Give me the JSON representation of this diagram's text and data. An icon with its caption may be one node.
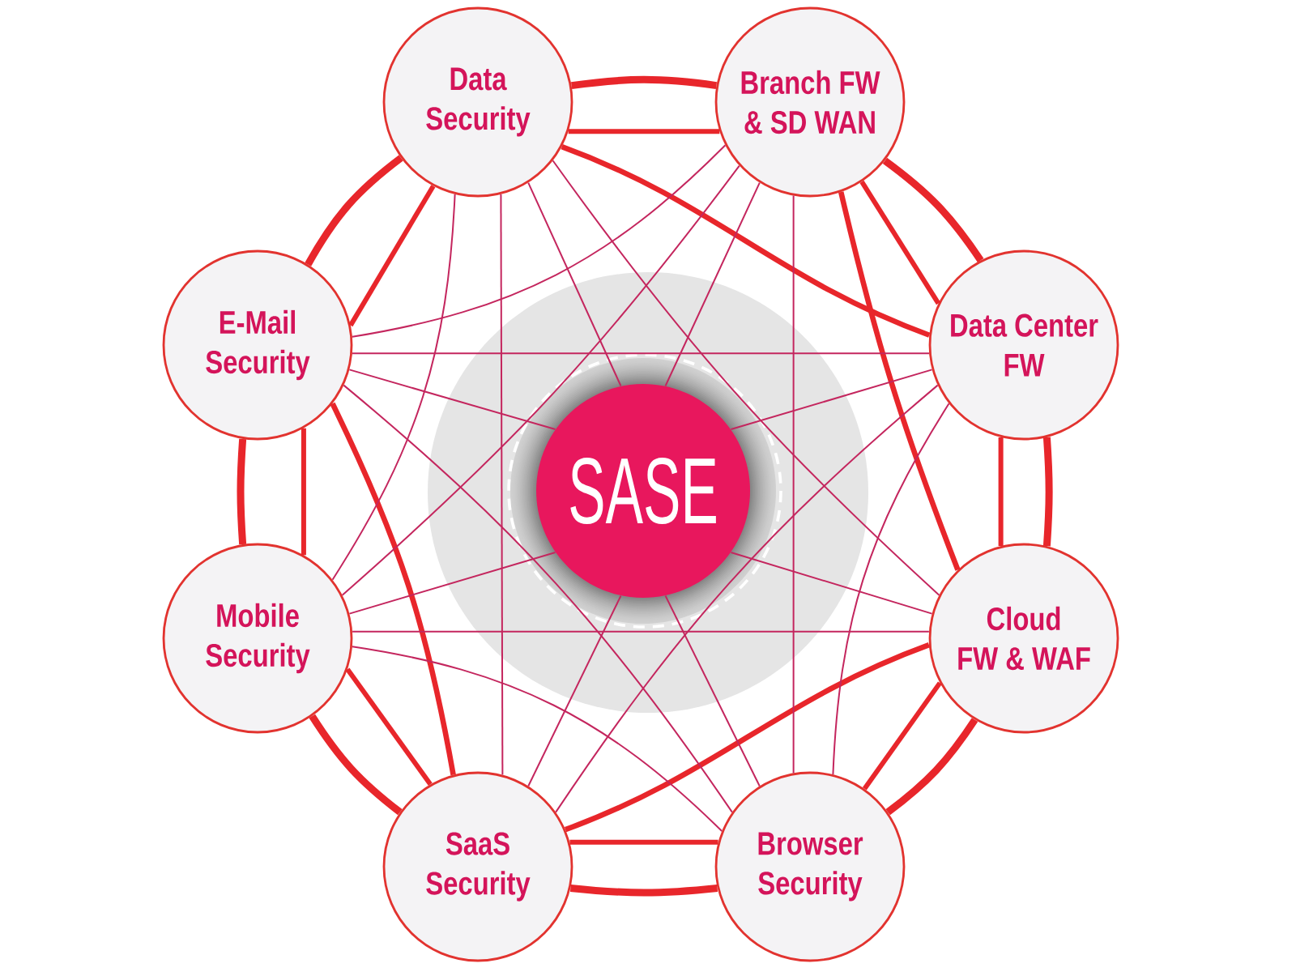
{
  "diagram": {
    "nodes": [
      {
        "text": [
          "Data Security"
        ]
      },
      {
        "text": [
          "Branch FW & SD WAN"
        ]
      },
      {
        "text": [
          "E-Mail Security"
        ]
      },
      {
        "text": [
          "Data Center FW"
        ]
      },
      {
        "text": [
          "SASE"
        ]
      },
      {
        "text": [
          "Mobile Security"
        ]
      },
      {
        "text": [
          "Cloud FW & WAF"
        ]
      },
      {
        "text": [
          "SaaS Security"
        ]
      },
      {
        "text": [
          "Browser Security"
        ]
      }
    ],
    "edges": [
      {
        "from": 0,
        "to": 1,
        "arrow": "none",
        "style": "thick"
      },
      {
        "from": 0,
        "to": 1,
        "arrow": "none",
        "style": "thick"
      },
      {
        "from": 0,
        "to": 2,
        "arrow": "none",
        "style": "thick"
      },
      {
        "from": 0,
        "to": 2,
        "arrow": "none",
        "style": "thick"
      },
      {
        "from": 1,
        "to": 3,
        "arrow": "none",
        "style": "thick"
      },
      {
        "from": 1,
        "to": 3,
        "arrow": "none",
        "style": "thick"
      },
      {
        "from": 2,
        "to": 5,
        "arrow": "none",
        "style": "thick"
      },
      {
        "from": 2,
        "to": 5,
        "arrow": "none",
        "style": "thick"
      },
      {
        "from": 3,
        "to": 6,
        "arrow": "none",
        "style": "thick"
      },
      {
        "from": 3,
        "to": 6,
        "arrow": "none",
        "style": "thick"
      },
      {
        "from": 5,
        "to": 7,
        "arrow": "none",
        "style": "thick"
      },
      {
        "from": 5,
        "to": 7,
        "arrow": "none",
        "style": "thick"
      },
      {
        "from": 6,
        "to": 8,
        "arrow": "none",
        "style": "thick"
      },
      {
        "from": 6,
        "to": 8,
        "arrow": "none",
        "style": "thick"
      },
      {
        "from": 7,
        "to": 8,
        "arrow": "none",
        "style": "thick"
      },
      {
        "from": 7,
        "to": 8,
        "arrow": "none",
        "style": "thick"
      },
      {
        "from": 0,
        "to": 3,
        "arrow": "none",
        "style": "thick"
      },
      {
        "from": 1,
        "to": 6,
        "arrow": "none",
        "style": "thick"
      },
      {
        "from": 2,
        "to": 7,
        "arrow": "none",
        "style": "thick"
      },
      {
        "from": 6,
        "to": 7,
        "arrow": "none",
        "style": "thick"
      },
      {
        "from": 0,
        "to": 5,
        "arrow": "none",
        "color": "#c4265e"
      },
      {
        "from": 1,
        "to": 2,
        "arrow": "none",
        "color": "#c4265e"
      },
      {
        "from": 3,
        "to": 8,
        "arrow": "none",
        "color": "#c4265e"
      },
      {
        "from": 5,
        "to": 8,
        "arrow": "none",
        "color": "#c4265e"
      },
      {
        "from": 0,
        "to": 6,
        "arrow": "none",
        "color": "#c4265e"
      },
      {
        "from": 0,
        "to": 7,
        "arrow": "none",
        "color": "#c4265e"
      },
      {
        "from": 1,
        "to": 5,
        "arrow": "none",
        "color": "#c4265e"
      },
      {
        "from": 1,
        "to": 8,
        "arrow": "none",
        "color": "#c4265e"
      },
      {
        "from": 2,
        "to": 3,
        "arrow": "none",
        "color": "#c4265e"
      },
      {
        "from": 2,
        "to": 8,
        "arrow": "none",
        "color": "#c4265e"
      },
      {
        "from": 3,
        "to": 7,
        "arrow": "none",
        "color": "#c4265e"
      },
      {
        "from": 5,
        "to": 6,
        "arrow": "none",
        "color": "#c4265e"
      },
      {
        "from": 0,
        "to": 4,
        "arrow": "none",
        "color": "#c4265e"
      },
      {
        "from": 1,
        "to": 4,
        "arrow": "none",
        "color": "#c4265e"
      },
      {
        "from": 2,
        "to": 4,
        "arrow": "none",
        "color": "#c4265e"
      },
      {
        "from": 3,
        "to": 4,
        "arrow": "none",
        "color": "#c4265e"
      },
      {
        "from": 5,
        "to": 4,
        "arrow": "none",
        "color": "#c4265e"
      },
      {
        "from": 6,
        "to": 4,
        "arrow": "none",
        "color": "#c4265e"
      },
      {
        "from": 7,
        "to": 4,
        "arrow": "none",
        "color": "#c4265e"
      },
      {
        "from": 8,
        "to": 4,
        "arrow": "none",
        "color": "#c4265e"
      }
    ]
  }
}
